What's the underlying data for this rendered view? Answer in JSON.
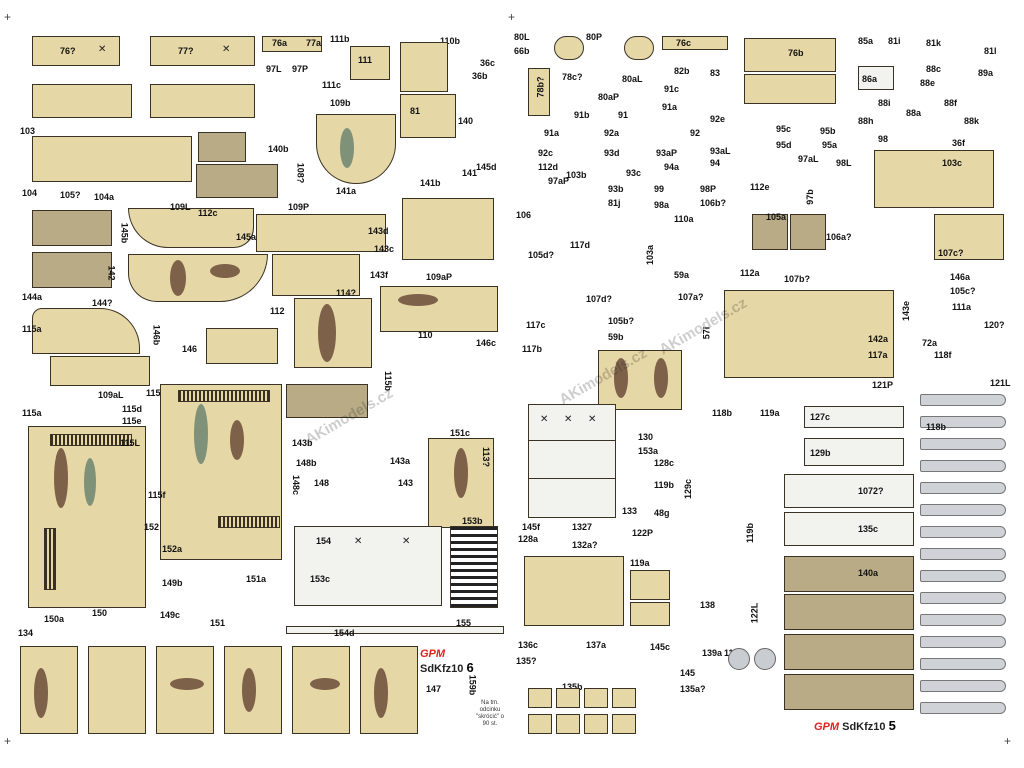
{
  "left_sheet": {
    "brand": "GPM",
    "model": "SdKfz10",
    "page": "6",
    "note": "Na tm. odcinku \"skrócić\" o 90 st.",
    "watermark": "AKimodels.cz",
    "labels": [
      "76?",
      "77?",
      "76a",
      "77a",
      "111b",
      "110b",
      "111",
      "36b",
      "36c",
      "97L",
      "97P",
      "111c",
      "109b",
      "81",
      "103",
      "140",
      "140b",
      "145d",
      "141",
      "108?",
      "141b",
      "141a",
      "104",
      "105?",
      "104a",
      "109L",
      "112c",
      "109P",
      "143d",
      "143c",
      "143f",
      "109aP",
      "145b",
      "145a",
      "142",
      "144a",
      "144?",
      "114?",
      "112",
      "110",
      "146c",
      "115a",
      "146b",
      "146",
      "109aL",
      "115P",
      "115d",
      "115e",
      "115b",
      "115L",
      "143b",
      "148b",
      "143a",
      "148c",
      "148",
      "143",
      "151c",
      "113?",
      "115f",
      "152",
      "152a",
      "149b",
      "149c",
      "153b",
      "154",
      "153c",
      "151a",
      "151",
      "155",
      "150a",
      "150",
      "134",
      "154d",
      "147",
      "159b"
    ]
  },
  "right_sheet": {
    "brand": "GPM",
    "model": "SdKfz10",
    "page": "5",
    "watermark": "AKimodels.cz",
    "labels": [
      "80L",
      "80P",
      "66b",
      "76c",
      "76b",
      "85a",
      "81i",
      "81k",
      "81l",
      "78c?",
      "82b",
      "83",
      "86a",
      "89a",
      "78b?",
      "80aL",
      "80aP",
      "91c",
      "88e",
      "88c",
      "91b",
      "91",
      "91a",
      "88i",
      "88f",
      "88h",
      "88a",
      "88k",
      "91a",
      "92a",
      "92",
      "92e",
      "95c",
      "95b",
      "92c",
      "93d",
      "93aP",
      "93aL",
      "95d",
      "95a",
      "98",
      "36f",
      "112d",
      "93c",
      "94a",
      "94",
      "97aL",
      "98L",
      "103c",
      "103b",
      "93b",
      "99",
      "98P",
      "112e",
      "97b",
      "97aP",
      "81j",
      "98a",
      "106b?",
      "106",
      "110a",
      "105a",
      "106a?",
      "105d?",
      "117d",
      "103a",
      "112a",
      "107c?",
      "107b?",
      "146a",
      "105c?",
      "107d?",
      "59a",
      "143e",
      "111a",
      "117c",
      "105b?",
      "59b",
      "107a?",
      "120?",
      "117b",
      "57i",
      "142a",
      "117a",
      "72a",
      "118f",
      "121L",
      "121P",
      "118b",
      "119a",
      "127c",
      "130",
      "153a",
      "118b",
      "129b",
      "128c",
      "129c",
      "119b",
      "1072?",
      "145f",
      "1327",
      "133",
      "48g",
      "128a",
      "132a?",
      "122P",
      "119b",
      "135c",
      "119a",
      "140a",
      "138",
      "122L",
      "136c",
      "137a",
      "145c",
      "139a",
      "119",
      "135?",
      "145",
      "135b",
      "135a?"
    ]
  }
}
